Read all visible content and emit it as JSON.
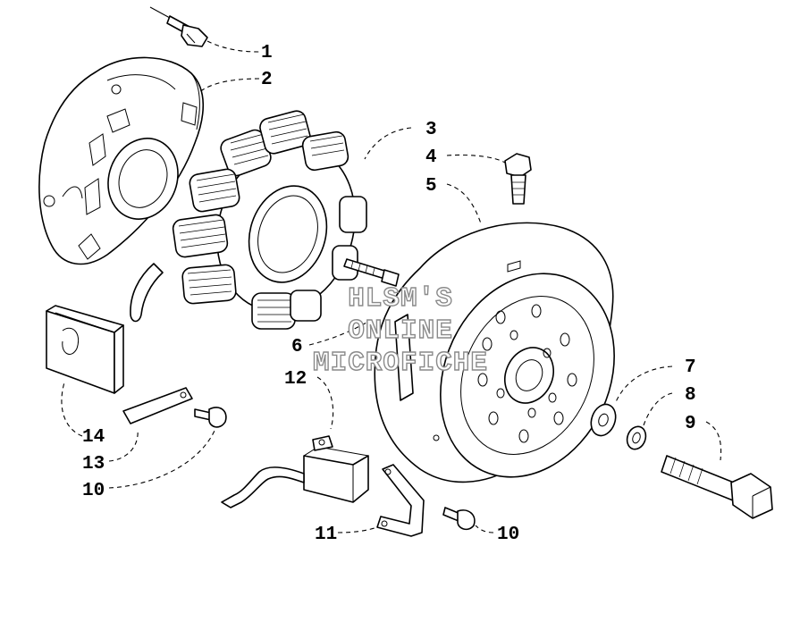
{
  "watermark": {
    "line1": "HLSM'S",
    "line2": "ONLINE",
    "line3": "MICROFICHE"
  },
  "callouts": [
    {
      "id": "c1",
      "label": "1"
    },
    {
      "id": "c2",
      "label": "2"
    },
    {
      "id": "c3",
      "label": "3"
    },
    {
      "id": "c4",
      "label": "4"
    },
    {
      "id": "c5",
      "label": "5"
    },
    {
      "id": "c6",
      "label": "6"
    },
    {
      "id": "c7",
      "label": "7"
    },
    {
      "id": "c8",
      "label": "8"
    },
    {
      "id": "c9",
      "label": "9"
    },
    {
      "id": "c10a",
      "label": "10"
    },
    {
      "id": "c10b",
      "label": "10"
    },
    {
      "id": "c11",
      "label": "11"
    },
    {
      "id": "c12",
      "label": "12"
    },
    {
      "id": "c13",
      "label": "13"
    },
    {
      "id": "c14",
      "label": "14"
    }
  ]
}
